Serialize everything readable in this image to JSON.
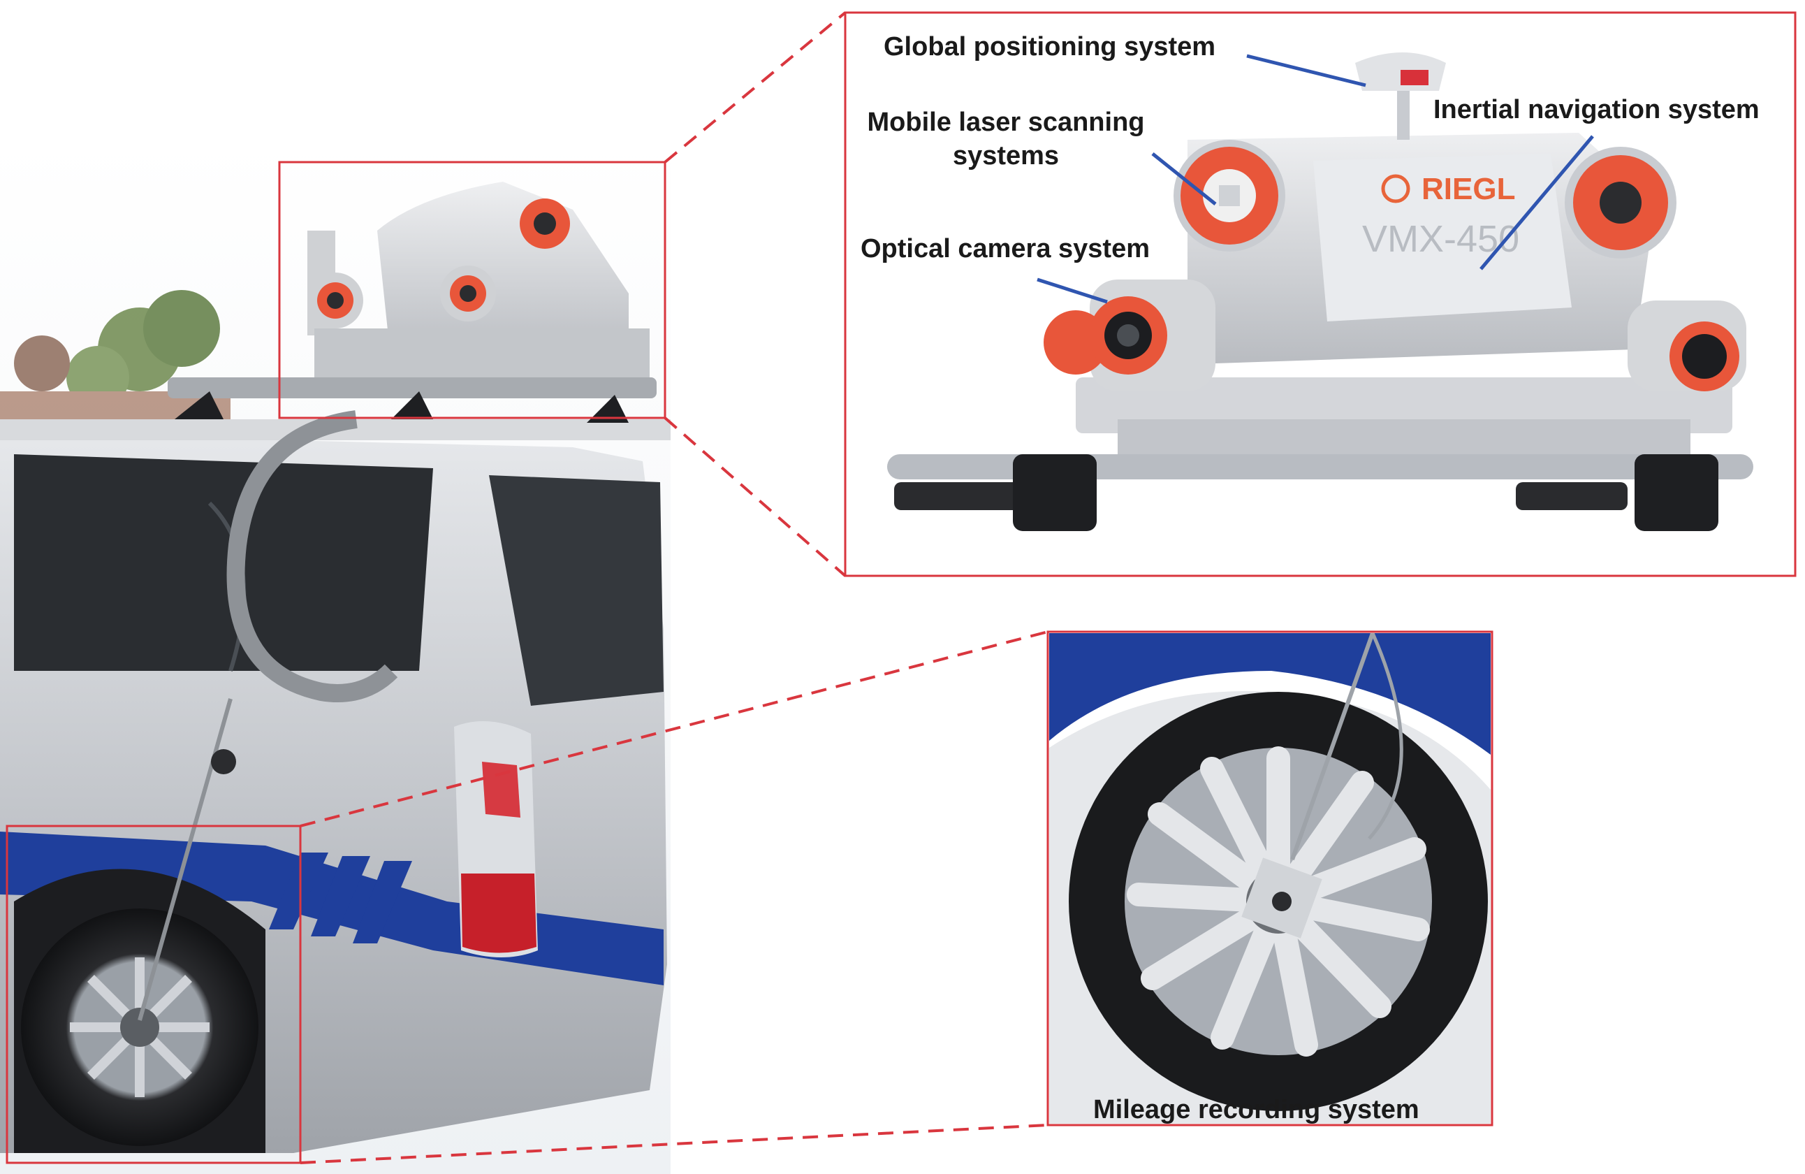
{
  "labels": {
    "gps": "Global positioning system",
    "mls_line1": "Mobile laser scanning",
    "mls_line2": "systems",
    "ins": "Inertial navigation system",
    "camera": "Optical camera system",
    "mileage": "Mileage  recording system"
  },
  "device": {
    "brand": "RIEGL",
    "model": "VMX-450"
  },
  "colors": {
    "frame": "#d9363e",
    "leader_line": "#2f55b0",
    "sensor_orange": "#e8563a",
    "car_blue": "#1f3f9c",
    "car_silver": "#c9ccd1"
  }
}
